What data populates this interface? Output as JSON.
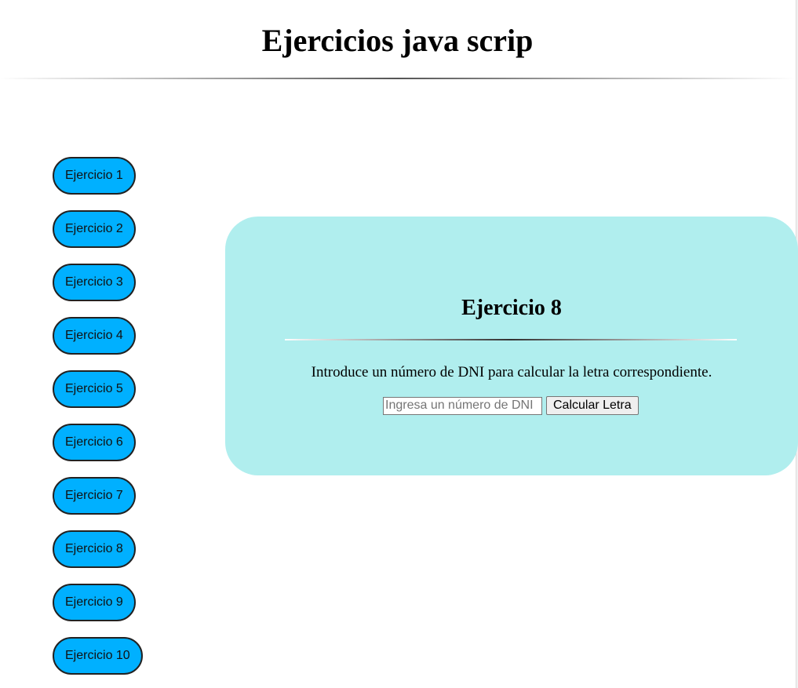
{
  "header": {
    "title": "Ejercicios java scrip"
  },
  "nav": {
    "items": [
      {
        "label": "Ejercicio 1"
      },
      {
        "label": "Ejercicio 2"
      },
      {
        "label": "Ejercicio 3"
      },
      {
        "label": "Ejercicio 4"
      },
      {
        "label": "Ejercicio 5"
      },
      {
        "label": "Ejercicio 6"
      },
      {
        "label": "Ejercicio 7"
      },
      {
        "label": "Ejercicio 8"
      },
      {
        "label": "Ejercicio 9"
      },
      {
        "label": "Ejercicio 10"
      }
    ]
  },
  "exercise": {
    "title": "Ejercicio 8",
    "description": "Introduce un número de DNI para calcular la letra correspondiente.",
    "input_placeholder": "Ingresa un número de DNI",
    "input_value": "",
    "button_label": "Calcular Letra"
  },
  "colors": {
    "nav_button": "#00b0ff",
    "card_background": "#b0eeee"
  }
}
